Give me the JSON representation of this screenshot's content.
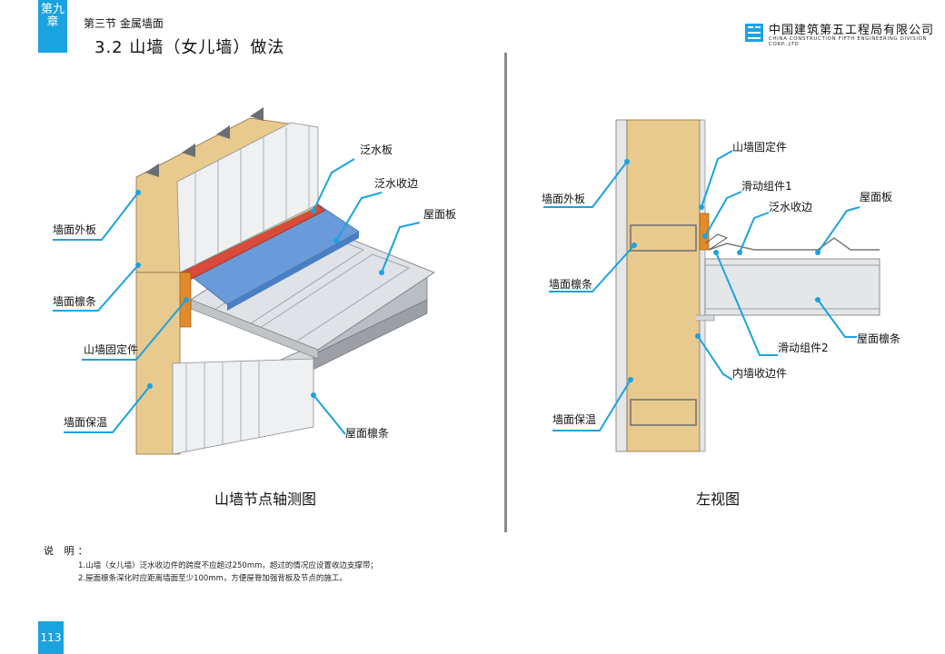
{
  "header": {
    "chapter_tab": "第九章",
    "section_label": "第三节 金属墙面",
    "section_title": "3.2 山墙（女儿墙）做法",
    "company_cn": "中国建筑第五工程局有限公司",
    "company_en": "CHINA CONSTRUCTION FIFTH ENGINEERING DIVISION CORP.,LTD"
  },
  "left_figure": {
    "caption": "山墙节点轴测图",
    "labels": {
      "flashing_board": "泛水板",
      "flashing_edge": "泛水收边",
      "roof_panel": "屋面板",
      "wall_outer_panel": "墙面外板",
      "wall_purlin": "墙面檩条",
      "gable_fixing": "山墙固定件",
      "wall_insulation": "墙面保温",
      "roof_purlin": "屋面檩条"
    }
  },
  "right_figure": {
    "caption": "左视图",
    "labels": {
      "gable_fixing": "山墙固定件",
      "sliding_assembly_1": "滑动组件1",
      "flashing_edge": "泛水收边",
      "roof_panel": "屋面板",
      "wall_outer_panel": "墙面外板",
      "wall_purlin": "墙面檩条",
      "sliding_assembly_2": "滑动组件2",
      "roof_purlin": "屋面檩条",
      "inner_wall_edge": "内墙收边件",
      "wall_insulation": "墙面保温"
    }
  },
  "notes": {
    "title": "说 明：",
    "items": [
      "1.山墙（女儿墙）泛水收边件的跨度不应超过250mm，超过的情况应设置收边支撑带；",
      "2.屋面檩条深化时应距离墙面至少100mm，方便屋脊加强背板及节点的施工。"
    ]
  },
  "page_number": "113",
  "colors": {
    "accent_blue": "#1aa3e0",
    "insulation": "#e8c98e",
    "flashing_red": "#d94a3a",
    "flashing_blue": "#6a9bd8",
    "steel_grey": "#c8cdd2",
    "divider": "#8a8a8a"
  }
}
